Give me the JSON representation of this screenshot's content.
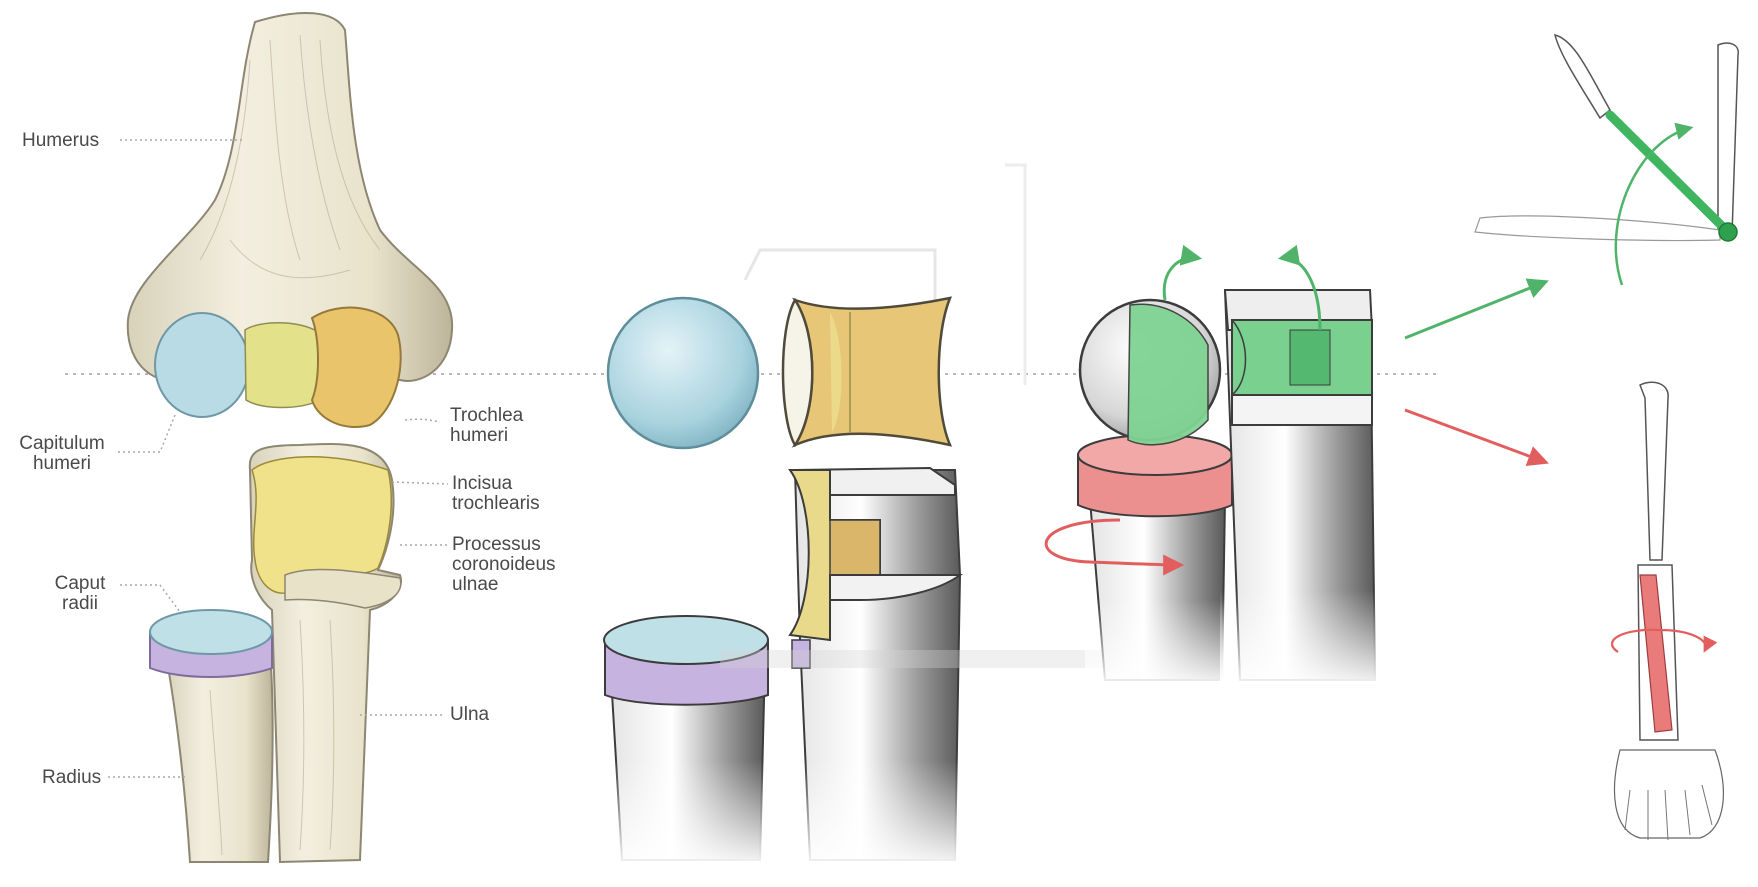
{
  "labels": {
    "humerus": "Humerus",
    "capitulum": "Capitulum\nhumeri",
    "trochlea": "Trochlea\nhumeri",
    "incisura": "Incisua\ntrochlearis",
    "processus": "Processus\ncoronoideus\nulnae",
    "caput": "Caput\nradii",
    "ulna": "Ulna",
    "radius": "Radius"
  },
  "colors": {
    "bone": "#ede8d6",
    "bone_shade": "#c9c2a8",
    "capitulum": "#b9dbe6",
    "trochlea_light": "#e6e08a",
    "trochlea": "#e9c46a",
    "incisura": "#f0e28a",
    "caput_top": "#bfe0e6",
    "caput_ring": "#c6b3e0",
    "hinge_green": "#5cc97a",
    "pivot_red": "#e97b7b",
    "guide_line": "#b8b8b8"
  }
}
